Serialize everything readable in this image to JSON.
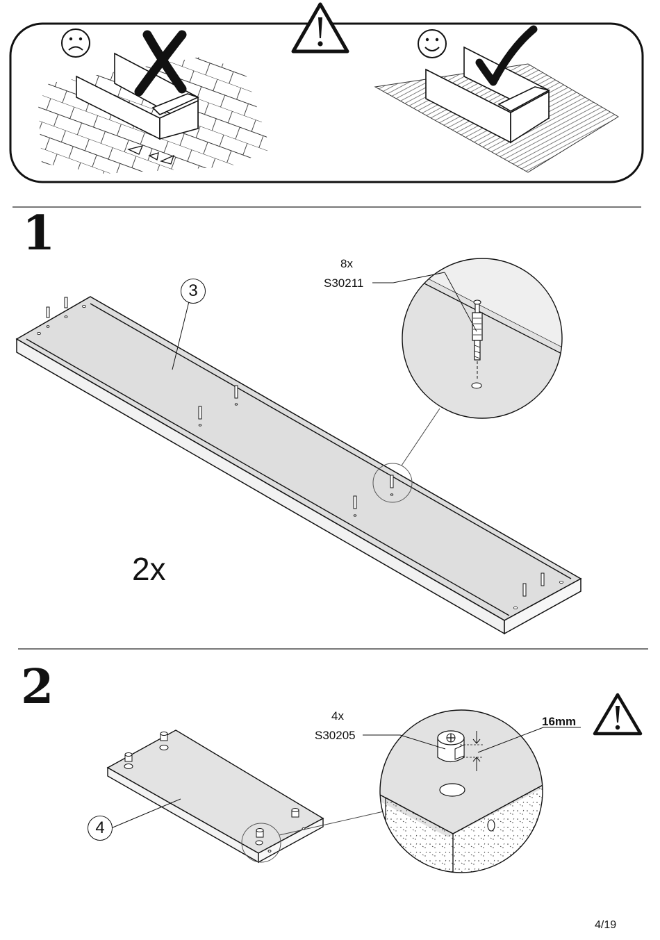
{
  "steps": [
    {
      "number": "1",
      "quantity": "2x",
      "part_number": "3",
      "fitting_count": "8x",
      "fitting_code": "S30211"
    },
    {
      "number": "2",
      "part_number": "4",
      "fitting_count": "4x",
      "fitting_code": "S30205",
      "dimension": "16mm"
    }
  ],
  "page_number": "4/19",
  "icons": [
    "warning-icon",
    "sad-face-icon",
    "cross-mark-icon",
    "happy-face-icon",
    "check-mark-icon"
  ]
}
